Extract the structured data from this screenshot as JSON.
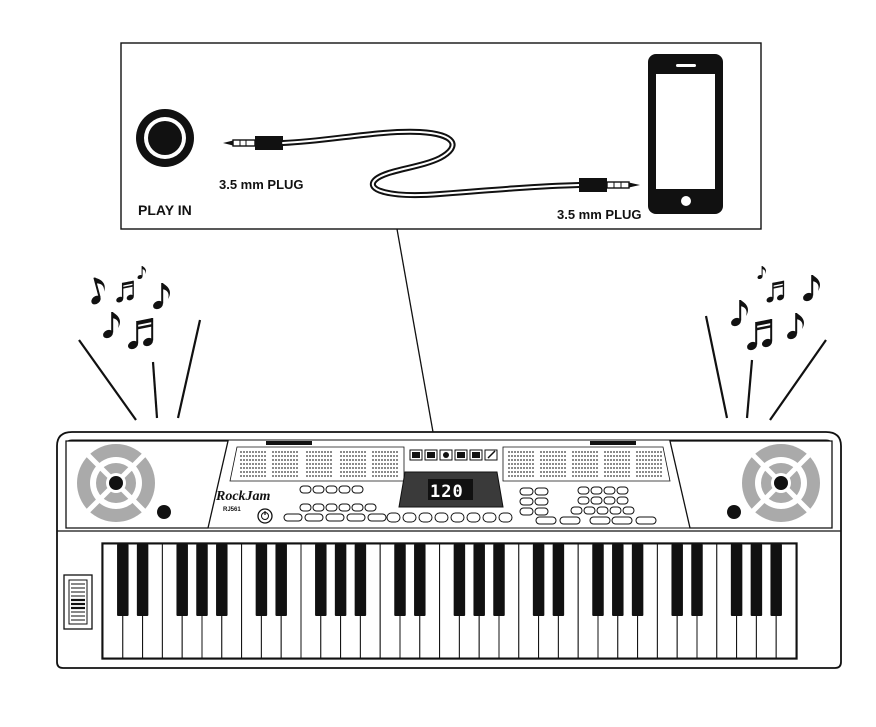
{
  "inset": {
    "jack_label": "PLAY IN",
    "plug_left_label": "3.5 mm PLUG",
    "plug_right_label": "3.5 mm PLUG"
  },
  "keyboard": {
    "brand": "RockJam",
    "model": "RJ561",
    "display_value": "120",
    "white_key_count": 35
  },
  "colors": {
    "outline": "#111111",
    "speaker_gray": "#aaaaaa",
    "display_bg": "#3a3a3a"
  },
  "icons": [
    "music-note-icon",
    "speaker-icon",
    "smartphone-icon",
    "audio-jack-icon",
    "power-icon",
    "pitch-wheel-icon"
  ]
}
